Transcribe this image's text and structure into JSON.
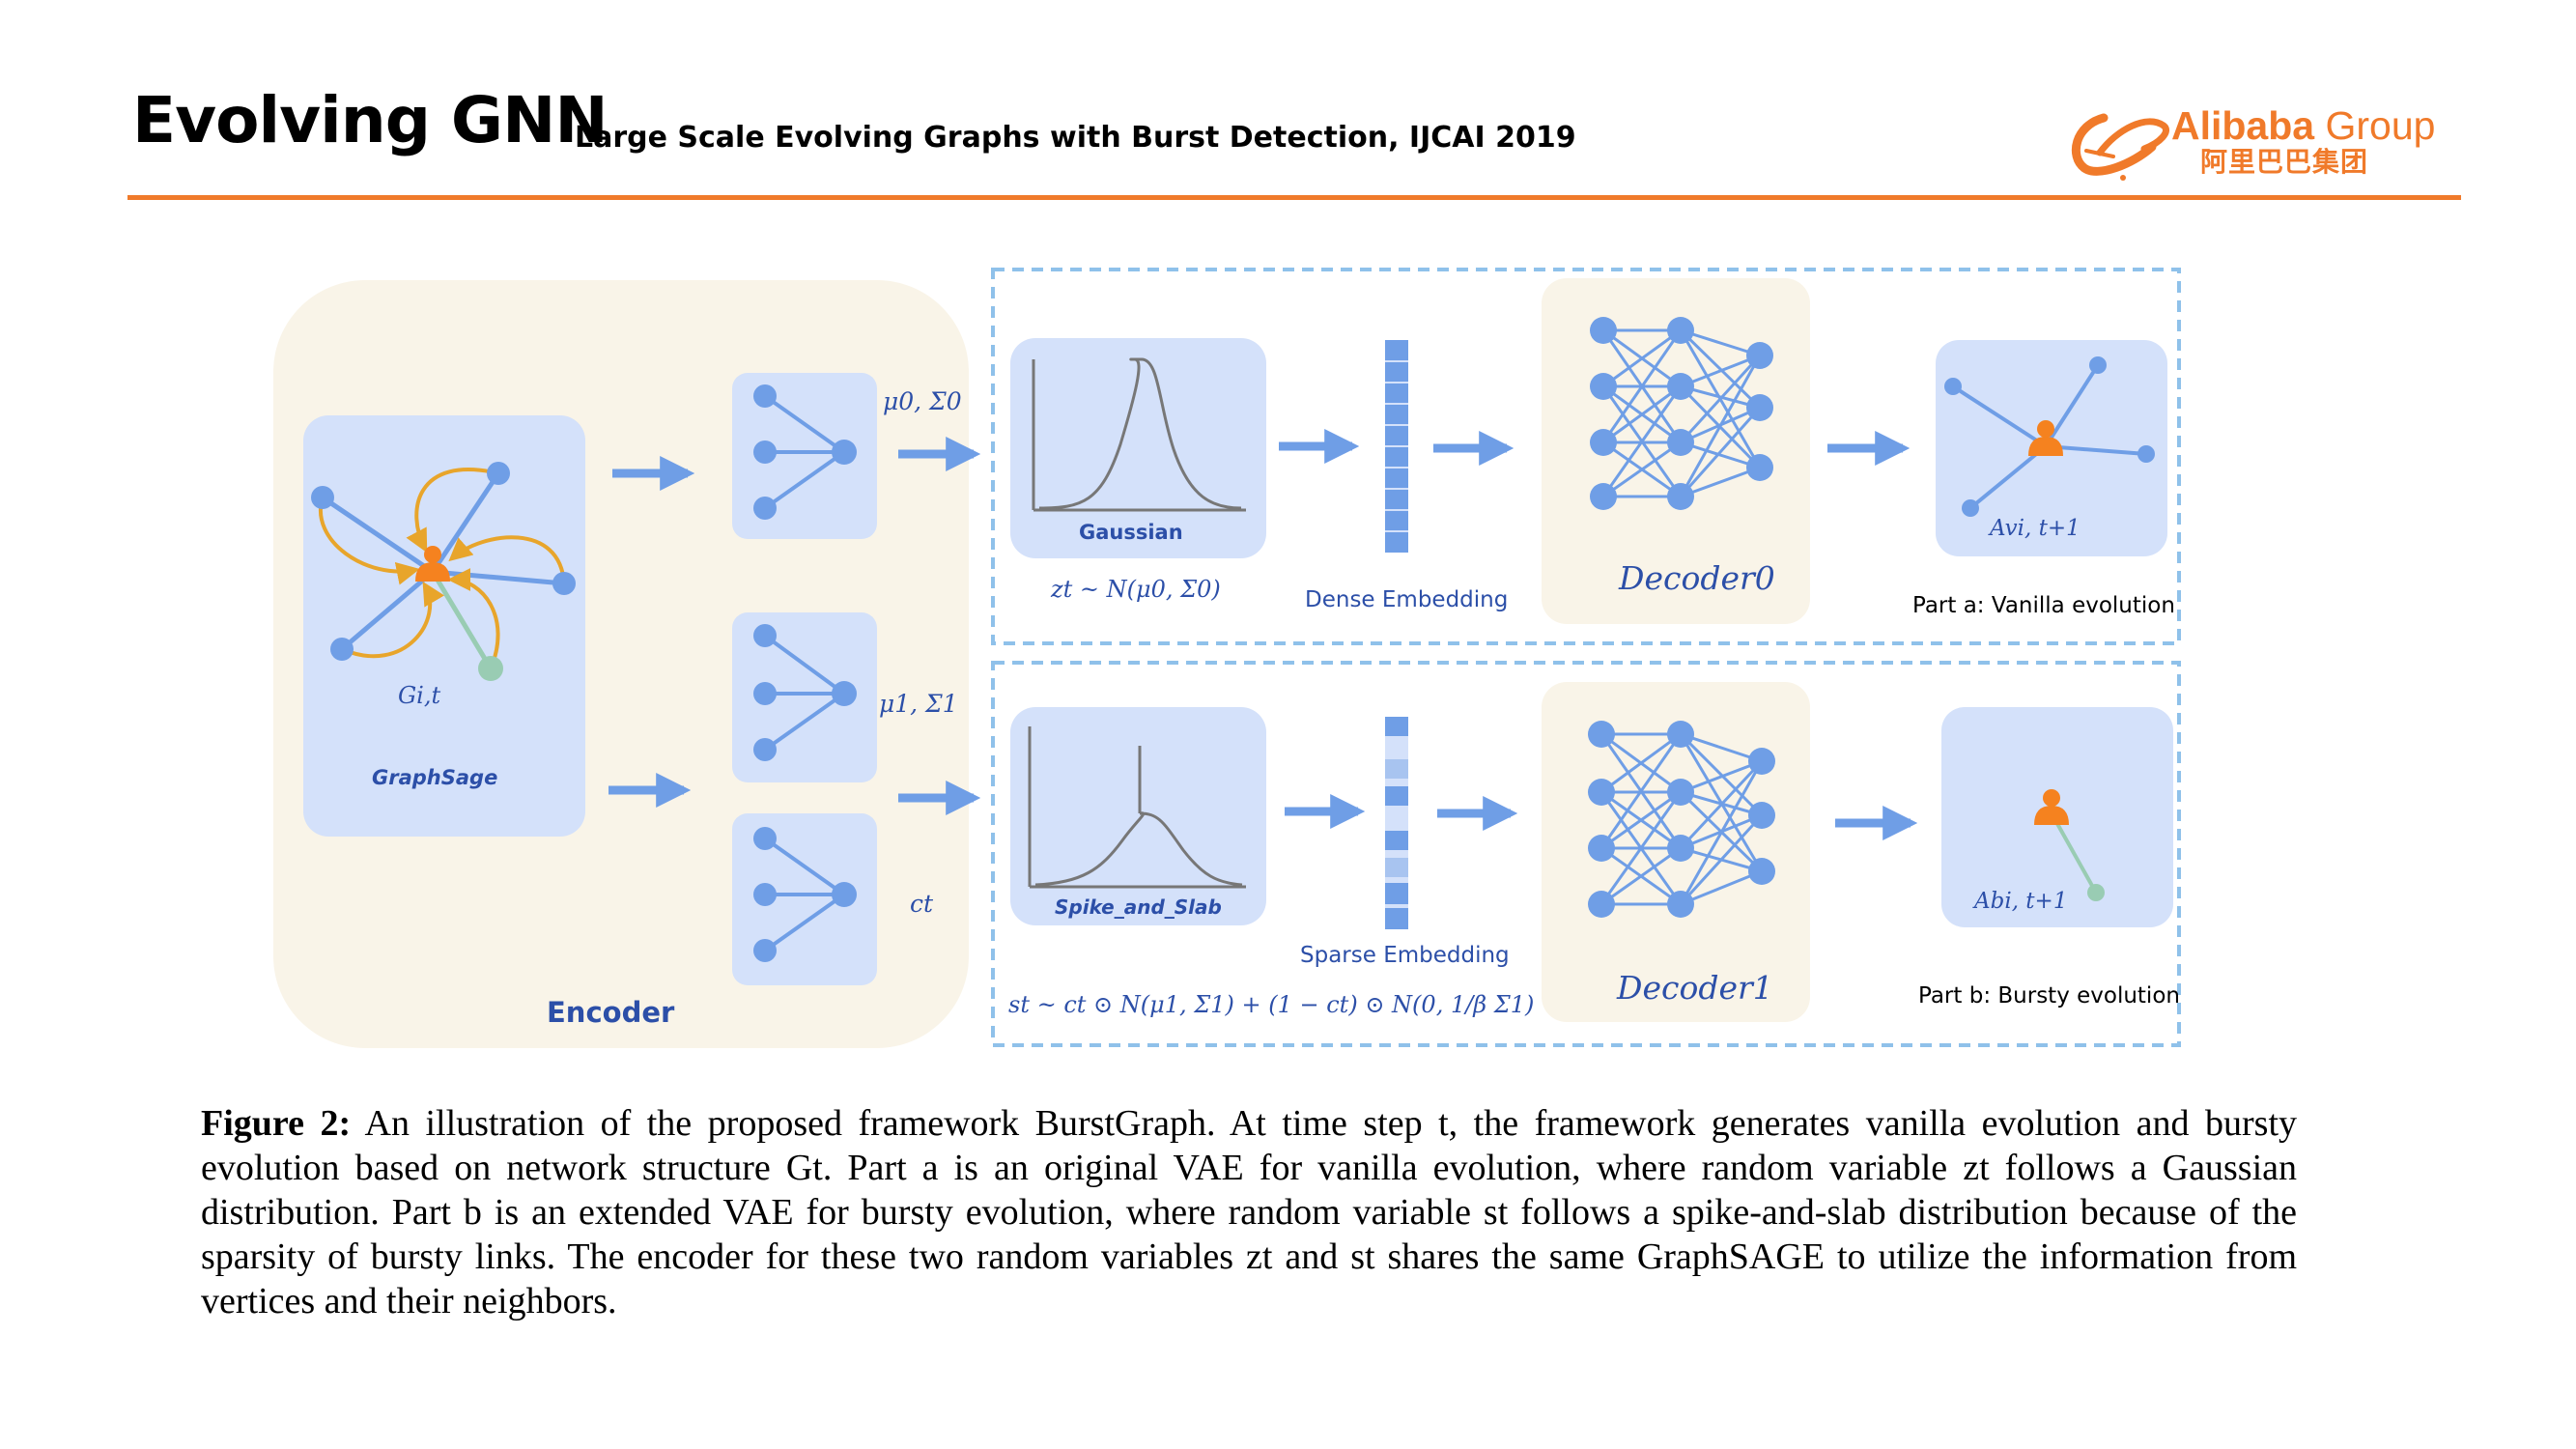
{
  "header": {
    "title": "Evolving GNN",
    "subtitle": "Large Scale Evolving Graphs with Burst Detection, IJCAI 2019",
    "logo_en_bold": "Alibaba",
    "logo_en_light": " Group",
    "logo_cn": "阿里巴巴集团"
  },
  "diagram": {
    "encoder_label": "Encoder",
    "graph_label": "Gi,t",
    "graphsage_label": "GraphSage",
    "param0": "μ0, Σ0",
    "param1": "μ1, Σ1",
    "param_c": "ct",
    "gaussian_label": "Gaussian",
    "spike_label": "Spike_and_Slab",
    "z_formula": "zt ~ N(μ0, Σ0)",
    "s_formula": "st ~ ct ⊙ N(μ1, Σ1) + (1 − ct) ⊙ N(0, 1/β Σ1)",
    "dense_label": "Dense Embedding",
    "sparse_label": "Sparse Embedding",
    "decoder0": "Decoder0",
    "decoder1": "Decoder1",
    "a_v_label": "Avi, t+1",
    "a_b_label": "Abi, t+1",
    "part_a": "Part a: Vanilla evolution",
    "part_b": "Part b: Bursty evolution"
  },
  "caption": {
    "lead": "Figure 2:",
    "body": "An illustration of the proposed framework BurstGraph. At time step t, the framework generates vanilla evolution and bursty evolution based on network structure Gt. Part a is an original VAE for vanilla evolution, where random variable zt follows a Gaussian distribution. Part b is an extended VAE for bursty evolution, where random variable st follows a spike-and-slab distribution because of the sparsity of bursty links. The encoder for these two random variables zt and st shares the same GraphSAGE to utilize the information from vertices and their neighbors."
  },
  "colors": {
    "accent_orange": "#f07a2a",
    "node_blue": "#6f9ee6",
    "panel_blue": "#d4e1fa",
    "panel_beige": "#f9f4e8",
    "dash_blue": "#8fc1ea",
    "arrow_gold": "#e8a52b",
    "green_node": "#99ccb3"
  }
}
